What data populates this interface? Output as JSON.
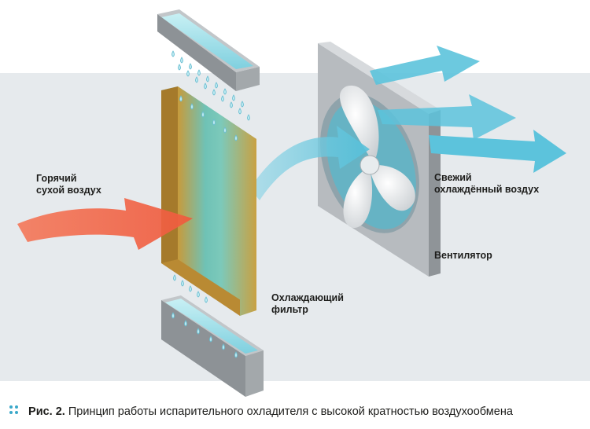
{
  "labels": {
    "hot_air": [
      "Горячий",
      "сухой воздух"
    ],
    "cooling_filter": [
      "Охлаждающий",
      "фильтр"
    ],
    "fresh_air": [
      "Свежий",
      "охлаждённый воздух"
    ],
    "fan": "Вентилятор"
  },
  "caption": {
    "figure": "Рис. 2.",
    "text": "Принцип работы испарительного охладителя с высокой кратностью воздухообмена"
  },
  "colors": {
    "background_band": "#e6eaed",
    "hot_air": "#f26b4f",
    "cool_air": "#5cc3dc",
    "filter": "#c9a142",
    "fan_frame": "#a9aeb2",
    "accent": "#3aa8c9"
  },
  "icons": [
    "water-drop-icon",
    "caption-dots-icon"
  ]
}
